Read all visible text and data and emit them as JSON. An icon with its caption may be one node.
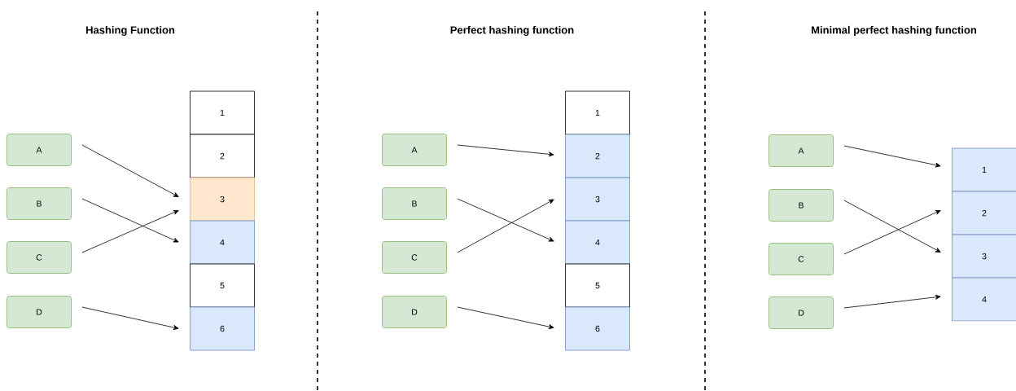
{
  "diagram": {
    "nodes": [
      {
        "text": [
          "A"
        ]
      },
      {
        "text": [
          "B"
        ]
      },
      {
        "text": [
          "C"
        ]
      },
      {
        "text": [
          "D"
        ]
      },
      {
        "text": [
          "1"
        ]
      },
      {
        "text": [
          "2"
        ]
      },
      {
        "text": [
          "3"
        ]
      },
      {
        "text": [
          "4"
        ]
      },
      {
        "text": [
          "5"
        ]
      },
      {
        "text": [
          "6"
        ]
      },
      {
        "text": [
          "A"
        ]
      },
      {
        "text": [
          "B"
        ]
      },
      {
        "text": [
          "C"
        ]
      },
      {
        "text": [
          "D"
        ]
      },
      {
        "text": [
          "1"
        ]
      },
      {
        "text": [
          "2"
        ]
      },
      {
        "text": [
          "3"
        ]
      },
      {
        "text": [
          "4"
        ]
      },
      {
        "text": [
          "5"
        ]
      },
      {
        "text": [
          "6"
        ]
      },
      {
        "text": [
          "A"
        ]
      },
      {
        "text": [
          "B"
        ]
      },
      {
        "text": [
          "C"
        ]
      },
      {
        "text": [
          "D"
        ]
      },
      {
        "text": [
          "1"
        ]
      },
      {
        "text": [
          "2"
        ]
      },
      {
        "text": [
          "3"
        ]
      },
      {
        "text": [
          "4"
        ]
      }
    ],
    "edges": [
      {
        "from": 0,
        "to": 6,
        "arrow": "to"
      },
      {
        "from": 1,
        "to": 7,
        "arrow": "to"
      },
      {
        "from": 2,
        "to": 6,
        "arrow": "to"
      },
      {
        "from": 3,
        "to": 9,
        "arrow": "to"
      },
      {
        "from": 10,
        "to": 15,
        "arrow": "to"
      },
      {
        "from": 11,
        "to": 17,
        "arrow": "to"
      },
      {
        "from": 12,
        "to": 16,
        "arrow": "to"
      },
      {
        "from": 13,
        "to": 19,
        "arrow": "to"
      },
      {
        "from": 20,
        "to": 24,
        "arrow": "to"
      },
      {
        "from": 21,
        "to": 26,
        "arrow": "to"
      },
      {
        "from": 22,
        "to": 25,
        "arrow": "to"
      },
      {
        "from": 23,
        "to": 27,
        "arrow": "to"
      }
    ],
    "labels": [
      "Hashing Function",
      "Perfect hashing function",
      "Minimal perfect hashing function"
    ]
  }
}
